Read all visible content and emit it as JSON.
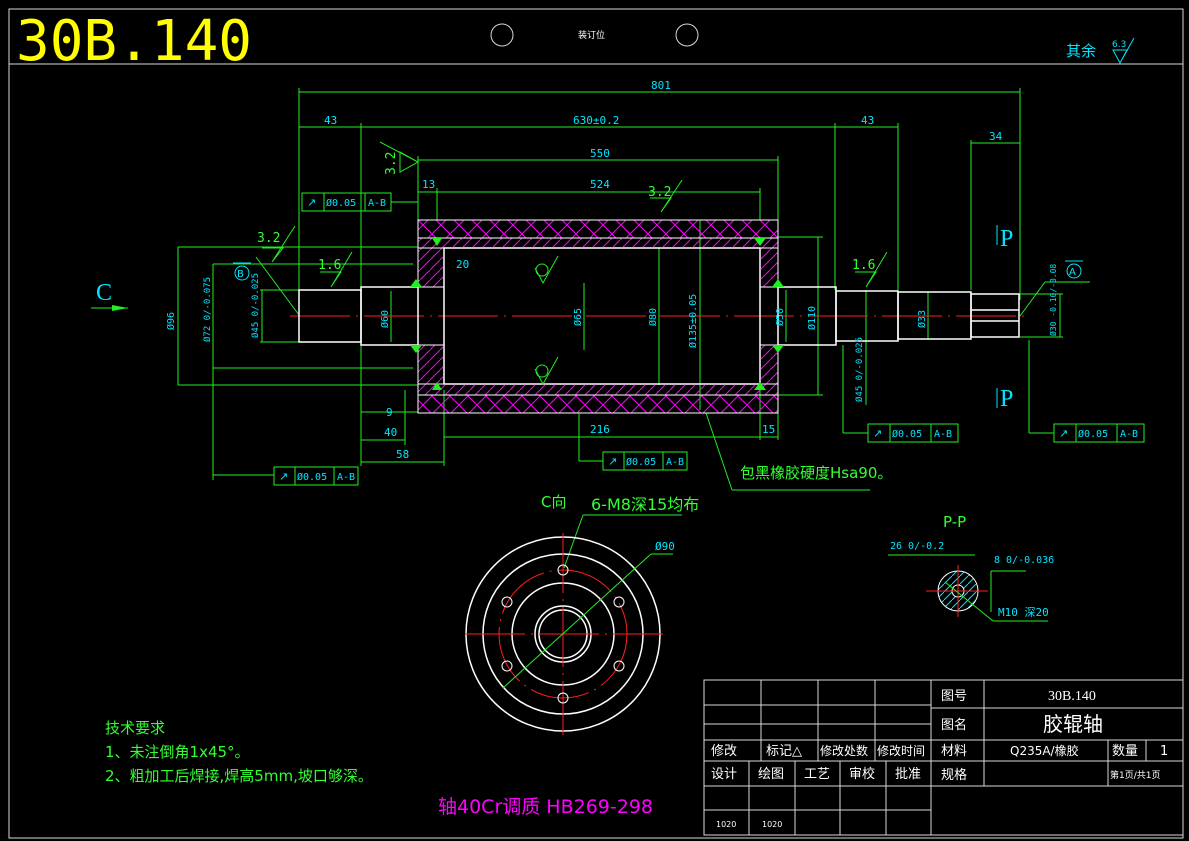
{
  "drawing_number_large": "30B.140",
  "binding_label": "装订位",
  "surface_note": {
    "label": "其余",
    "roughness": "6.3"
  },
  "dimensions": {
    "overall": "801",
    "left_end": "43",
    "between_bearings": "630±0.2",
    "right_end": "43",
    "journal_right": "34",
    "roller_length": "550",
    "chamfer_13": "13",
    "rubber_length": "524",
    "dim_20": "20",
    "dim_9": "9",
    "dim_40": "40",
    "dim_58": "58",
    "dim_216": "216",
    "dim_15": "15",
    "dia_96": "Ø96",
    "dia_72": "Ø72 0/-0.075",
    "dia_45_left": "Ø45 0/-0.025",
    "dia_60": "Ø60",
    "dia_65": "Ø65",
    "dia_80": "Ø80",
    "dia_135": "Ø135±0.05",
    "dia_50": "Ø50",
    "dia_110": "Ø110",
    "dia_45_right": "Ø45 0/-0.025",
    "dia_33": "Ø33",
    "dia_30": "Ø30 -0.10/-0.08"
  },
  "roughness": {
    "r1": "3.2",
    "r2": "3.2",
    "r3": "3.2",
    "r4": "1.6",
    "r5": "1.6"
  },
  "datums": {
    "b": "B",
    "a": "A"
  },
  "tolerance_frames": [
    {
      "symbol": "↗",
      "value": "Ø0.05",
      "datum": "A-B"
    },
    {
      "symbol": "↗",
      "value": "Ø0.05",
      "datum": "A-B"
    },
    {
      "symbol": "↗",
      "value": "Ø0.05",
      "datum": "A-B"
    },
    {
      "symbol": "↗",
      "value": "Ø0.05",
      "datum": "A-B"
    },
    {
      "symbol": "↗",
      "value": "Ø0.05",
      "datum": "A-B"
    }
  ],
  "view_labels": {
    "c_arrow": "C",
    "p_top": "P",
    "p_bottom": "P",
    "c_view": "C向",
    "holes_note": "6-M8深15均布",
    "pcd": "Ø90",
    "section": "P-P",
    "key_width": "26 0/-0.2",
    "key_depth": "8 0/-0.036",
    "tap_note": "M10 深20"
  },
  "rubber_note": "包黑橡胶硬度Hsa90。",
  "tech_requirements": {
    "title": "技术要求",
    "items": [
      "1、未注倒角1x45°。",
      "2、粗加工后焊接,焊高5mm,坡口够深。"
    ]
  },
  "material_note": "轴40Cr调质 HB269-298",
  "title_block": {
    "rev_headers": [
      "修改",
      "标记△",
      "修改处数",
      "修改时间"
    ],
    "sign_headers": [
      "设计",
      "绘图",
      "工艺",
      "审校",
      "批准"
    ],
    "sign_values": [
      "1020",
      "1020",
      "",
      "",
      ""
    ],
    "drawing_no_label": "图号",
    "drawing_no": "30B.140",
    "name_label": "图名",
    "name": "胶辊轴",
    "material_label": "材料",
    "material": "Q235A/橡胶",
    "qty_label": "数量",
    "qty": "1",
    "spec_label": "规格",
    "spec": "",
    "page": "第1页/共1页"
  }
}
